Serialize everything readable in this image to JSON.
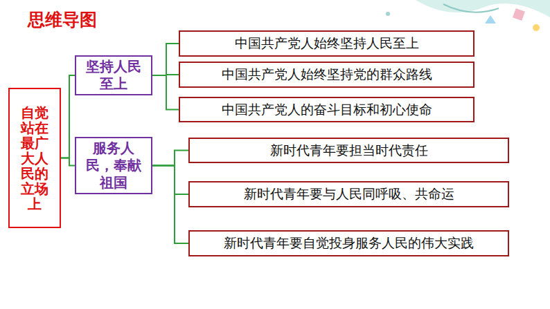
{
  "diagram": {
    "title": "思维导图",
    "nodes": [
      {
        "text": [
          "自觉站在最广大人民的立场上"
        ]
      },
      {
        "text": [
          "坚持人民至上"
        ]
      },
      {
        "text": [
          "服务人民，奉献祖国"
        ]
      },
      {
        "text": [
          "中国共产党人始终坚持人民至上"
        ]
      },
      {
        "text": [
          "中国共产党人始终坚持党的群众路线"
        ]
      },
      {
        "text": [
          "中国共产党人的奋斗目标和初心使命"
        ]
      },
      {
        "text": [
          "新时代青年要担当时代责任"
        ]
      },
      {
        "text": [
          "新时代青年要与人民同呼吸、共命运"
        ]
      },
      {
        "text": [
          "新时代青年要自觉投身服务人民的伟大实践"
        ]
      }
    ],
    "edges": [
      {
        "from": 0,
        "to": 1,
        "arrow": "none"
      },
      {
        "from": 0,
        "to": 2,
        "arrow": "none"
      },
      {
        "from": 1,
        "to": 3,
        "arrow": "none"
      },
      {
        "from": 1,
        "to": 4,
        "arrow": "none"
      },
      {
        "from": 1,
        "to": 5,
        "arrow": "none"
      },
      {
        "from": 2,
        "to": 6,
        "arrow": "none"
      },
      {
        "from": 2,
        "to": 7,
        "arrow": "none"
      },
      {
        "from": 2,
        "to": 8,
        "arrow": "none"
      }
    ]
  }
}
